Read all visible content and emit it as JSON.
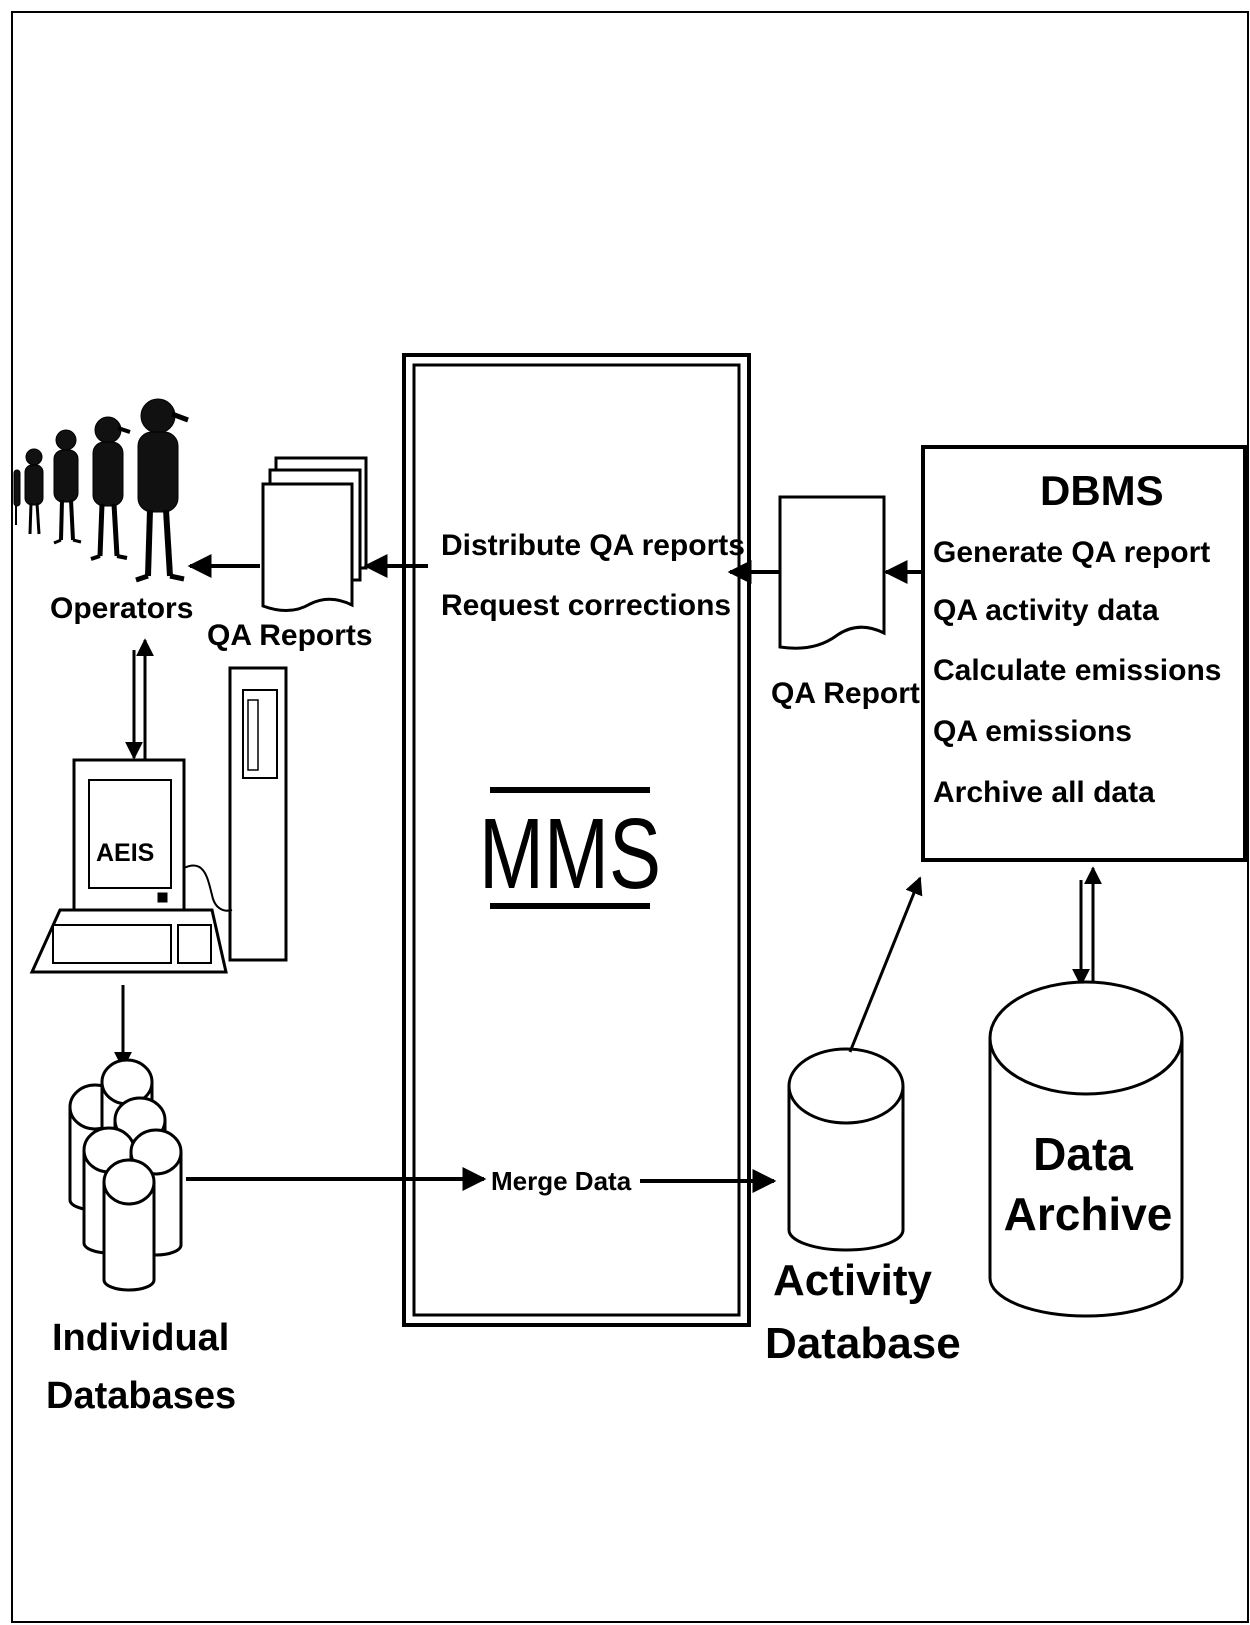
{
  "operators": {
    "label": "Operators"
  },
  "qa_reports": {
    "label": "QA Reports"
  },
  "mms": {
    "title": "MMS",
    "distribute_label": "Distribute QA reports",
    "request_label": "Request corrections",
    "merge_label": "Merge Data"
  },
  "qa_report": {
    "label": "QA Report"
  },
  "dbms": {
    "title": "DBMS",
    "tasks": [
      "Generate QA report",
      "QA activity data",
      "Calculate emissions",
      "QA emissions",
      "Archive all data"
    ]
  },
  "aeis": {
    "label": "AEIS"
  },
  "individual_databases": {
    "line1": "Individual",
    "line2": "Databases"
  },
  "activity_database": {
    "line1": "Activity",
    "line2": "Database"
  },
  "data_archive": {
    "line1": "Data",
    "line2": "Archive"
  }
}
